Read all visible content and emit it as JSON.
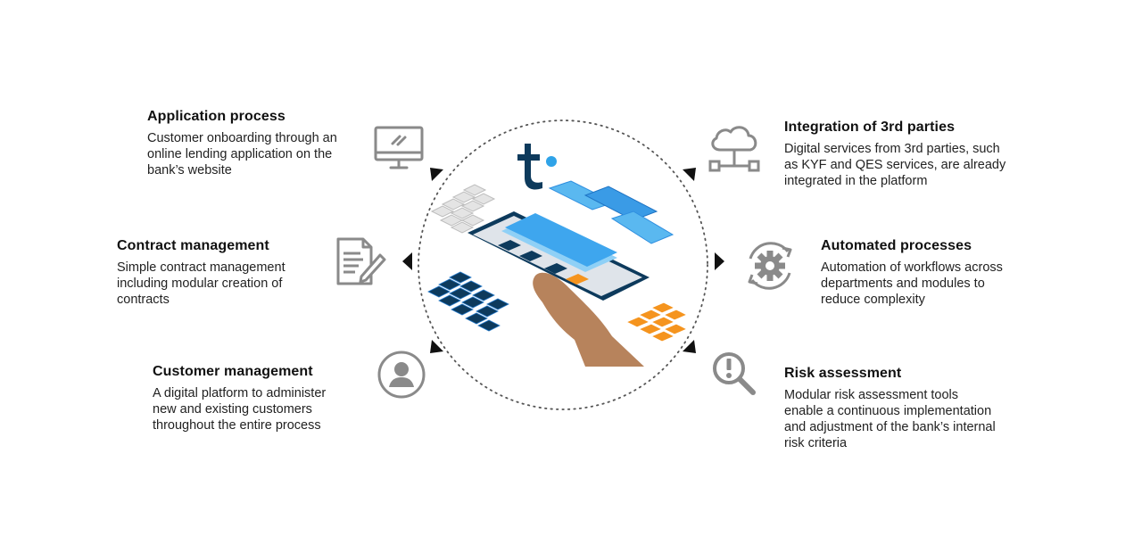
{
  "features": {
    "application": {
      "title": "Application process",
      "lines": [
        "Customer onboarding through an",
        "online lending application on the",
        "bank’s website"
      ],
      "icon": "monitor-icon"
    },
    "contract": {
      "title": "Contract management",
      "lines": [
        "Simple contract management",
        "including modular creation of",
        "contracts"
      ],
      "icon": "document-edit-icon"
    },
    "customer": {
      "title": "Customer management",
      "lines": [
        "A digital platform to administer",
        "new and existing customers",
        "throughout the entire process"
      ],
      "icon": "user-icon"
    },
    "integration": {
      "title": "Integration of 3rd parties",
      "lines": [
        "Digital services from 3rd parties, such",
        "as KYF and QES services, are already",
        "integrated in the platform"
      ],
      "icon": "cloud-network-icon"
    },
    "automated": {
      "title": "Automated processes",
      "lines": [
        "Automation of workflows across",
        "departments and modules to",
        "reduce complexity"
      ],
      "icon": "gear-cycle-icon"
    },
    "risk": {
      "title": "Risk assessment",
      "lines": [
        "Modular risk assessment tools",
        "enable a continuous implementation",
        "and adjustment of the bank’s internal",
        "risk criteria"
      ],
      "icon": "magnifier-alert-icon"
    }
  },
  "colors": {
    "icon_gray": "#8a8a8a",
    "navy": "#0d3a5c",
    "blue": "#2f8fe0",
    "light_blue": "#5ab8f0",
    "orange": "#f5941e",
    "skin": "#b7835c"
  }
}
